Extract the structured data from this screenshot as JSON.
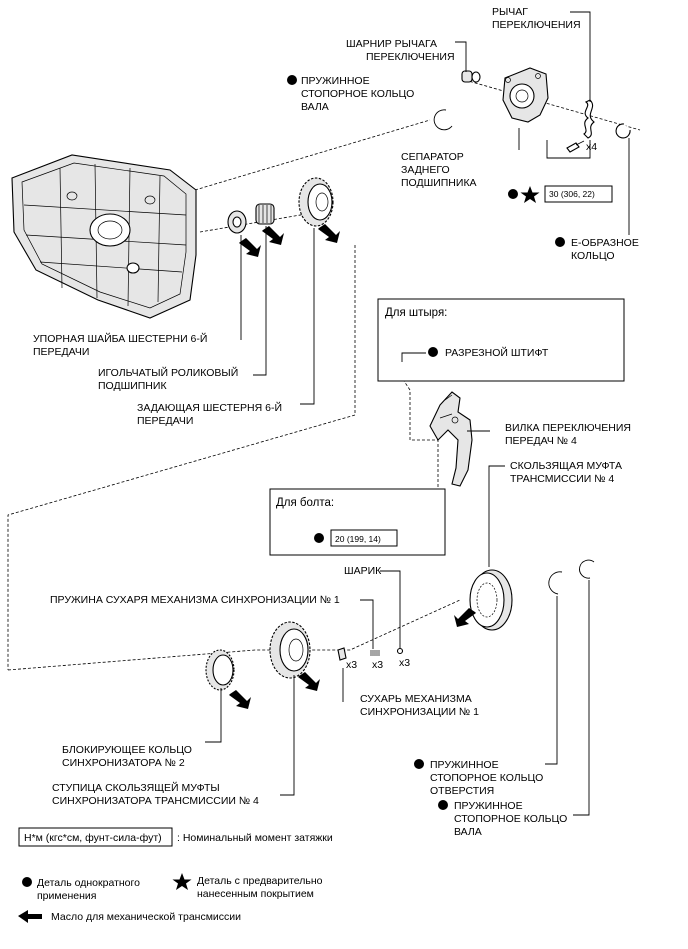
{
  "labels": {
    "shift_lever": "РЫЧАГ ПЕРЕКЛЮЧЕНИЯ",
    "lever_hinge": "ШАРНИР РЫЧАГА ПЕРЕКЛЮЧЕНИЯ",
    "shaft_snap_ring_top": "ПРУЖИННОЕ СТОПОРНОЕ КОЛЬЦО ВАЛА",
    "rear_bearing_retainer": "СЕПАРАТОР ЗАДНЕГО ПОДШИПНИКА",
    "qty_x4": "x4",
    "e_ring": "E-ОБРАЗНОЕ КОЛЬЦО",
    "thrust_washer": "УПОРНАЯ ШАЙБА ШЕСТЕРНИ 6-Й ПЕРЕДАЧИ",
    "needle_bearing": "ИГОЛЬЧАТЫЙ РОЛИКОВЫЙ ПОДШИПНИК",
    "drive_gear_6": "ЗАДАЮЩАЯ ШЕСТЕРНЯ 6-Й ПЕРЕДАЧИ",
    "shift_fork_4": "ВИЛКА ПЕРЕКЛЮЧЕНИЯ ПЕРЕДАЧ № 4",
    "hub_sleeve_4": "СКОЛЬЗЯЩАЯ МУФТА ТРАНСМИССИИ № 4",
    "ball": "ШАРИК",
    "key_spring_1": "ПРУЖИНА СУХАРЯ МЕХАНИЗМА СИНХРОНИЗАЦИИ № 1",
    "shifting_key_1": "СУХАРЬ МЕХАНИЗМА СИНХРОНИЗАЦИИ № 1",
    "qty_x3": "x3",
    "sync_ring_2": "БЛОКИРУЮЩЕЕ КОЛЬЦО СИНХРОНИЗАТОРА № 2",
    "clutch_hub_4": "СТУПИЦА СКОЛЬЗЯЩЕЙ МУФТЫ СИНХРОНИЗАТОРА ТРАНСМИССИИ № 4",
    "hole_snap_ring": "ПРУЖИННОЕ СТОПОРНОЕ КОЛЬЦО ОТВЕРСТИЯ",
    "shaft_snap_ring_bottom": "ПРУЖИННОЕ СТОПОРНОЕ КОЛЬЦО ВАЛА"
  },
  "pin_box": {
    "title": "Для штыря:",
    "item": "РАЗРЕЗНОЙ ШТИФТ"
  },
  "bolt_box": {
    "title": "Для болта:",
    "torque": "20 (199, 14)"
  },
  "torque_top": "30 (306, 22)",
  "legend": {
    "torque_unit": "Н*м (кгс*см, фунт-сила-фут)",
    "torque_desc": ": Номинальный момент затяжки",
    "non_reusable": "Деталь однократного применения",
    "precoated": "Деталь с предварительно нанесенным покрытием",
    "oil": "Масло для механической трансмиссии"
  },
  "colors": {
    "line": "#000000",
    "background": "#ffffff",
    "part_shade": "#e6e6e6"
  }
}
